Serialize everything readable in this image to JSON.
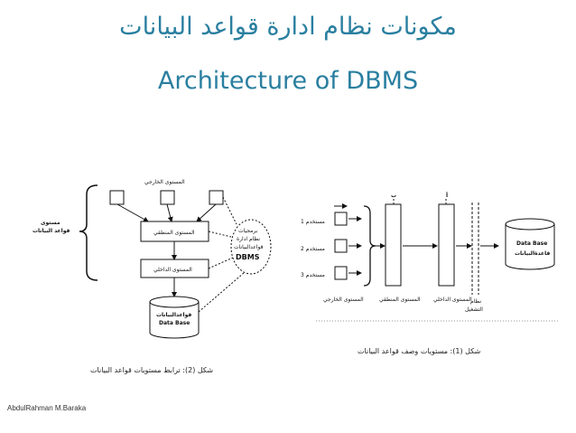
{
  "slide": {
    "title_ar": "مكونات نظام ادارة قواعد البيانات",
    "title_en": "Architecture of DBMS",
    "footer": "AbdulRahman M.Baraka"
  },
  "colors": {
    "title": "#2a7fa0",
    "line": "#111111"
  },
  "fig2": {
    "external_level": "المستوى الخارجي",
    "logical_level": "المستوى المنطقي",
    "internal_level": "المستوى الداخلي",
    "db_ar": "قواعدالبيانات",
    "db_en": "Data Base",
    "levels_label_1": "مستوى",
    "levels_label_2": "قواعد البيانات",
    "software_1": "برمجيات",
    "software_2": "نظام ادارة",
    "software_3": "قواعدالبيانات",
    "software_4": "DBMS",
    "caption": "شكل (2): ترابط مستويات قواعد البيانات"
  },
  "fig1": {
    "letter_b": "ب",
    "letter_a": "أ",
    "user_1": "مستخدم 1",
    "user_2": "مستخدم 2",
    "user_3": "مستخدم 3",
    "external_level": "المستوى الخارجي",
    "logical_level": "المستوى المنطقي",
    "internal_level": "المستوى الداخلي",
    "os_1": "نظام",
    "os_2": "التشغيل",
    "db_en": "Data Base",
    "db_ar": "قاعدةالبيانات",
    "caption": "شكل (1): مستويات وصف قواعد البيانات"
  }
}
